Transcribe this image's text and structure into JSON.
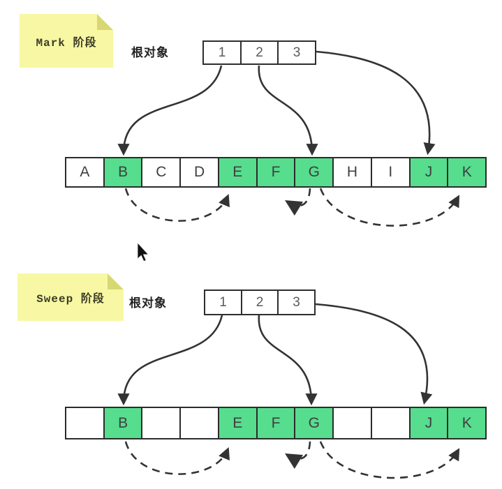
{
  "title": "Mark-Sweep garbage collection diagram",
  "colors": {
    "background": "#ffffff",
    "note_bg": "#f7f7a4",
    "note_fold": "#d8d873",
    "marked_green": "#56dd8e",
    "cell_border": "#2b2b2b",
    "arrow_line": "#333333"
  },
  "sections": [
    {
      "note_label": "Mark 阶段",
      "root_label": "根对象",
      "root_cells": [
        "1",
        "2",
        "3"
      ],
      "heap": [
        {
          "label": "A",
          "state": "unmarked"
        },
        {
          "label": "B",
          "state": "marked"
        },
        {
          "label": "C",
          "state": "unmarked"
        },
        {
          "label": "D",
          "state": "unmarked"
        },
        {
          "label": "E",
          "state": "marked"
        },
        {
          "label": "F",
          "state": "marked"
        },
        {
          "label": "G",
          "state": "marked"
        },
        {
          "label": "H",
          "state": "unmarked"
        },
        {
          "label": "I",
          "state": "unmarked"
        },
        {
          "label": "J",
          "state": "marked"
        },
        {
          "label": "K",
          "state": "marked"
        }
      ],
      "root_pointers": [
        {
          "from": "1",
          "to": "B"
        },
        {
          "from": "2",
          "to": "G"
        },
        {
          "from": "3",
          "to": "J"
        }
      ],
      "heap_pointers": [
        {
          "from": "B",
          "to": "E"
        },
        {
          "from": "G",
          "to": "F"
        },
        {
          "from": "G",
          "to": "K"
        }
      ]
    },
    {
      "note_label": "Sweep 阶段",
      "root_label": "根对象",
      "root_cells": [
        "1",
        "2",
        "3"
      ],
      "heap": [
        {
          "label": "",
          "state": "swept"
        },
        {
          "label": "B",
          "state": "live"
        },
        {
          "label": "",
          "state": "swept"
        },
        {
          "label": "",
          "state": "swept"
        },
        {
          "label": "E",
          "state": "live"
        },
        {
          "label": "F",
          "state": "live"
        },
        {
          "label": "G",
          "state": "live"
        },
        {
          "label": "",
          "state": "swept"
        },
        {
          "label": "",
          "state": "swept"
        },
        {
          "label": "J",
          "state": "live"
        },
        {
          "label": "K",
          "state": "live"
        }
      ],
      "root_pointers": [
        {
          "from": "1",
          "to": "B"
        },
        {
          "from": "2",
          "to": "G"
        },
        {
          "from": "3",
          "to": "J"
        }
      ],
      "heap_pointers": [
        {
          "from": "B",
          "to": "E"
        },
        {
          "from": "G",
          "to": "F"
        },
        {
          "from": "G",
          "to": "K"
        }
      ]
    }
  ]
}
